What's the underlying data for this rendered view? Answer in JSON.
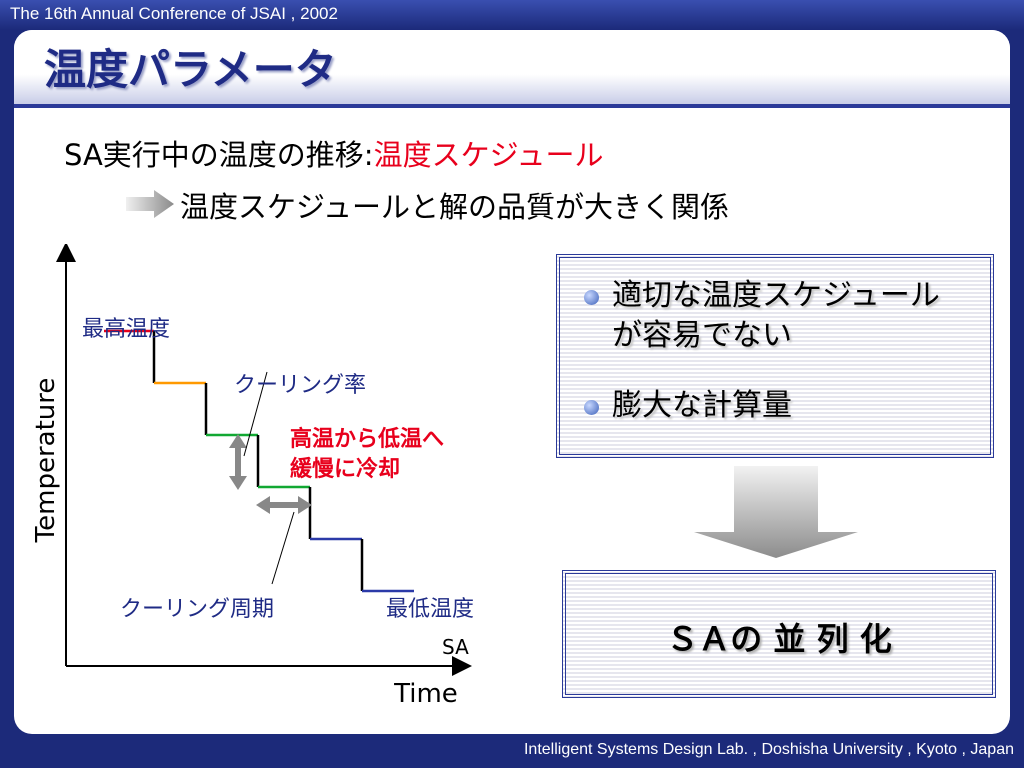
{
  "header": {
    "conference": "The 16th Annual Conference of JSAI , 2002"
  },
  "slide": {
    "title": "温度パラメータ",
    "line1_prefix": "SA実行中の温度の推移:",
    "line1_highlight": "温度スケジュール",
    "line2": "温度スケジュールと解の品質が大きく関係"
  },
  "diagram": {
    "ylabel": "Temperature",
    "xlabel": "Time",
    "curve_label": "SA",
    "max_temp": "最高温度",
    "min_temp": "最低温度",
    "cooling_rate": "クーリング率",
    "cooling_period": "クーリング周期",
    "note_line1": "高温から低温へ",
    "note_line2": "緩慢に冷却",
    "colors": {
      "step1": "#e8001c",
      "step2": "#ff9900",
      "step3": "#11a832",
      "step4": "#11a832",
      "step5": "#2b3aa8",
      "step6": "#2b3aa8",
      "label_blue": "#1f2b85",
      "note_red": "#e8001c"
    }
  },
  "problems": {
    "item1_line1": "適切な温度スケジュール",
    "item1_line2": "が容易でない",
    "item2": "膨大な計算量"
  },
  "solution": {
    "label": "ＳＡの 並 列 化"
  },
  "footer": {
    "lab": "Intelligent Systems Design Lab. , Doshisha University , Kyoto , Japan"
  }
}
